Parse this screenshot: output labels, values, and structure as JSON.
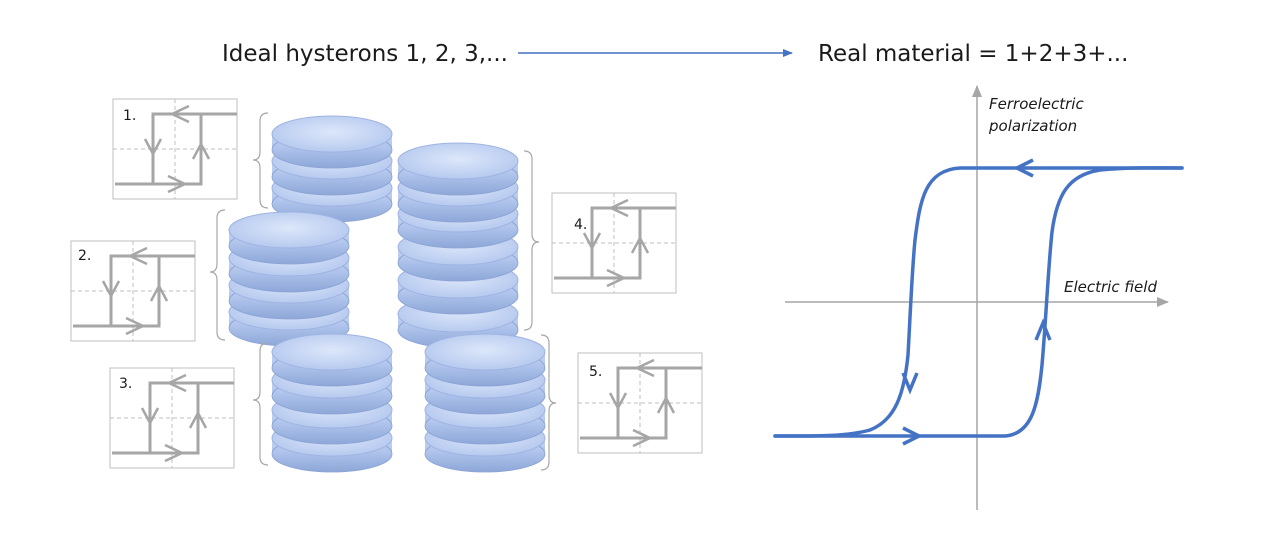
{
  "header": {
    "left_label": "Ideal hysterons 1, 2, 3,...",
    "right_label": "Real material = 1+2+3+..."
  },
  "hysterons": [
    {
      "label": "1."
    },
    {
      "label": "2."
    },
    {
      "label": "3."
    },
    {
      "label": "4."
    },
    {
      "label": "5."
    }
  ],
  "graph": {
    "y_axis_label_line1": "Ferroelectric",
    "y_axis_label_line2": "polarization",
    "x_axis_label": "Electric field"
  },
  "colors": {
    "arrow_blue": "#4472c4",
    "loop_blue": "#4472c4",
    "hysteron_gray": "#a6a6a6",
    "axis_gray": "#a6a6a6",
    "disk_top": "#c9d8f5",
    "disk_side": "#9fb6e6"
  }
}
